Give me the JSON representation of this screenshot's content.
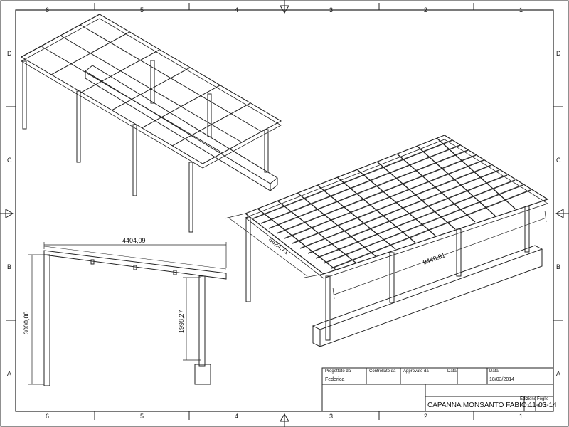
{
  "zones": {
    "columns": [
      "6",
      "5",
      "4",
      "3",
      "2",
      "1"
    ],
    "rows": [
      "D",
      "C",
      "B",
      "A"
    ]
  },
  "dimensions": {
    "roof_width": "4404,09",
    "total_height": "3000,00",
    "post_height": "1998,27",
    "depth": "4424,71",
    "length": "9448,81"
  },
  "title_block": {
    "designed_by_label": "Progettato da",
    "designed_by": "Federica",
    "checked_by_label": "Controllato da",
    "approved_by_label": "Approvato da",
    "date_label": "Data",
    "date2_label": "Data",
    "date": "18/03/2014",
    "title": "CAPANNA MONSANTO FABIO 11-03-14",
    "edition_label": "Edizione",
    "edition": "1",
    "sheet_label": "Foglio",
    "sheet": "1 / 1"
  }
}
